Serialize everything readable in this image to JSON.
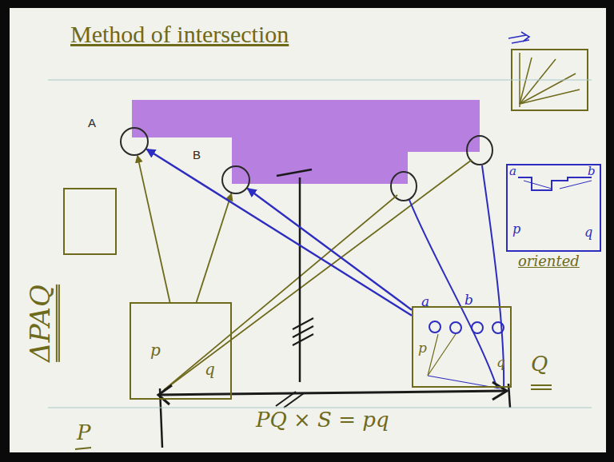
{
  "diagram": {
    "title": "Method of intersection",
    "nodes": [
      {
        "text": [
          "A"
        ]
      },
      {
        "text": [
          "B"
        ]
      },
      {
        "text": [
          "p",
          "q"
        ]
      },
      {
        "text": [
          "p",
          "a",
          "b",
          "q"
        ]
      },
      {
        "text": [
          "a",
          "b",
          "p",
          "q"
        ]
      }
    ],
    "edges": [
      {
        "from": 2,
        "to": 0,
        "arrow": "to"
      },
      {
        "from": 2,
        "to": 1,
        "arrow": "to"
      },
      {
        "from": 3,
        "to": 0,
        "arrow": "to"
      },
      {
        "from": 3,
        "to": 1,
        "arrow": "to"
      }
    ],
    "labels": [
      "ΔPAQ",
      "P",
      "oriented",
      "Q",
      "PQ × S = pq"
    ]
  }
}
